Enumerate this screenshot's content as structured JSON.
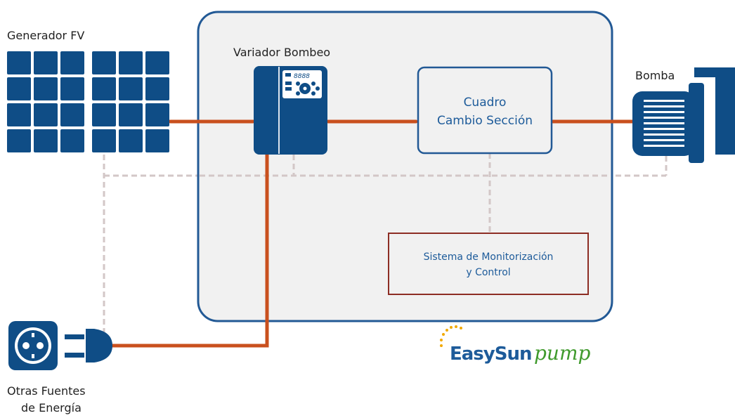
{
  "labels": {
    "generator": "Generador FV",
    "inverter": "Variador Bombeo",
    "pump": "Bomba",
    "other_sources_line1": "Otras Fuentes",
    "other_sources_line2": "de Energía"
  },
  "section_box": {
    "line1": "Cuadro",
    "line2": "Cambio Sección"
  },
  "monitoring_box": {
    "line1": "Sistema de Monitorización",
    "line2": "y Control"
  },
  "inverter_display": "8888",
  "logo": {
    "text_main": "EasySun",
    "text_script": "pump"
  },
  "colors": {
    "blue": "#0f4d86",
    "power_line": "#c9501e",
    "signal_line": "#d3c7c7",
    "frame_border": "#225995",
    "frame_fill": "#f1f1f1",
    "monitor_border": "#8d2d24",
    "logo_green": "#3f9a2c",
    "logo_blue": "#1d5b9a"
  }
}
